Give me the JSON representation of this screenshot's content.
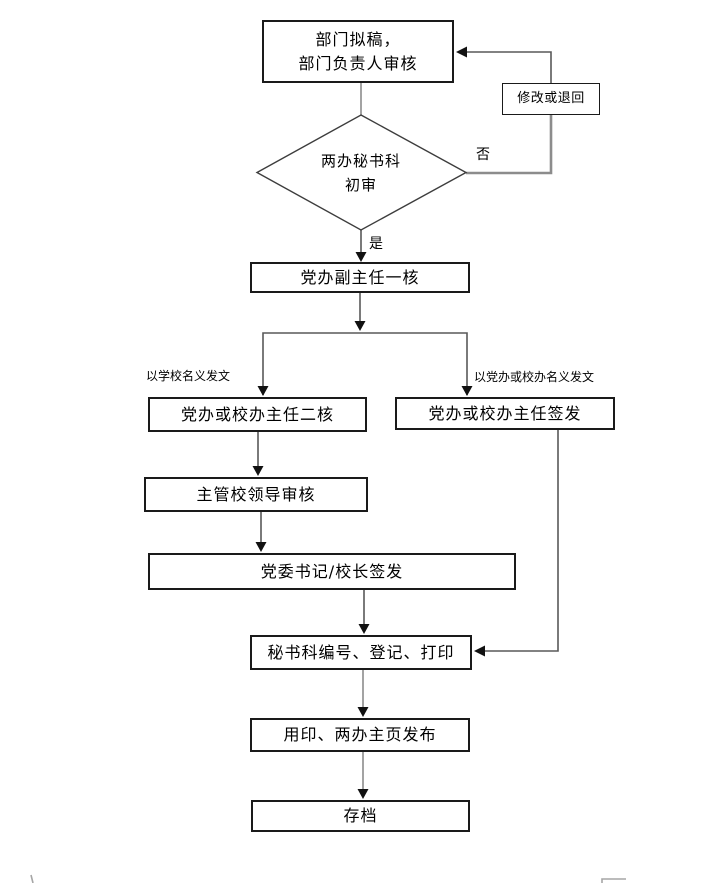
{
  "flowchart": {
    "nodes": {
      "draft": {
        "line1": "部门拟稿，",
        "line2": "部门负责人审核"
      },
      "revise": {
        "label": "修改或退回"
      },
      "initial_review": {
        "line1": "两办秘书科",
        "line2": "初审"
      },
      "deputy_first_check": {
        "label": "党办副主任一核"
      },
      "director_second_check": {
        "label": "党办或校办主任二核"
      },
      "director_sign": {
        "label": "党办或校办主任签发"
      },
      "leader_review": {
        "label": "主管校领导审核"
      },
      "president_sign": {
        "label": "党委书记/校长签发"
      },
      "numbering": {
        "label": "秘书科编号、登记、打印"
      },
      "seal_publish": {
        "label": "用印、两办主页发布"
      },
      "archive": {
        "label": "存档"
      }
    },
    "edge_labels": {
      "no": "否",
      "yes": "是",
      "school_name": "以学校名义发文",
      "office_name": "以党办或校办名义发文"
    },
    "colors": {
      "background": "#ffffff",
      "box_border": "#1a1a1a",
      "connector": "#595959",
      "connector_gray": "#8c8c8c",
      "arrowhead": "#111111",
      "text": "#000000"
    }
  }
}
